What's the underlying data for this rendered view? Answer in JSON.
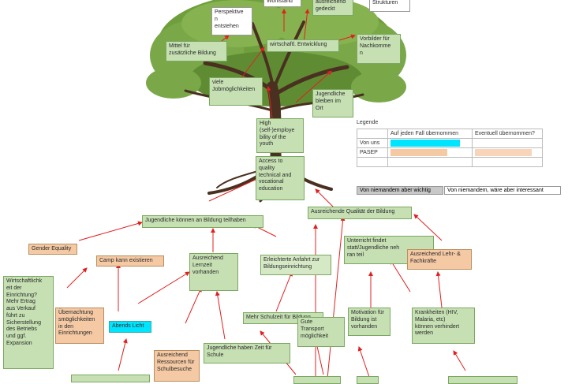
{
  "nodes": {
    "perspektiven": "Perspektive\nn\nentstehen",
    "wohlstand": "Wohlstand",
    "ausreichend_gedeckt": "ausreichend\ngedeckt",
    "strukturen": "Strukturen",
    "mittel_bildung": "Mittel für\nzusätzliche Bildung",
    "wirtschaftl_entwicklung": "wirtschaftl. Entwicklung",
    "vorbilder": "Vorbilder für\nNachkomme\nn",
    "jobmoeglichkeiten": "viele\nJobmöglichkeiten",
    "jugendliche_bleiben": "Jugendliche\nbleiben im\nOrt",
    "high_employability": "High\n(self-)employe\nbility of the\nyouth",
    "access_education": "Access to\nquality\ntechnical and\nvocational\neducation",
    "jugendliche_bildung": "Jugendliche können an Bildung teilhaben",
    "qualitaet_bildung": "Ausreichende Qualität der Bildung",
    "gender_equality": "Gender Equality",
    "camp": "Camp kann existieren",
    "lernzeit": "Ausreichend\nLernzeit\nvorhanden",
    "anfahrt": "Erleichterte Anfahrt zur\nBildungseinrichtung",
    "unterricht": "Unterricht findet\nstatt/Jugendliche neh\nran teil",
    "lehrkraefte": "Ausreichend Lehr- &\nFachkräfte",
    "wirtschaftlichkeit": "Wirtschaftlichk\neit der\nEinrichtung? \nMehr Ertrag\naus Verkauf\nführt zu\nSicherstellung\ndes Betriebs\nund ggf.\nExpansion",
    "uebernachtung": "Übernachtung\nsmöglichkeiten\nin den\nEinrichtungen",
    "abends_licht": "Abends Licht",
    "schulzeit": "Mehr Schulzeit für Bildung",
    "transport": "Gute\nTransport\nmöglichkeit",
    "motivation": "Motivation für\nBildung ist\nvorhanden",
    "krankheiten": "Krankheiten (HIV,\nMalaria, etc)\nkönnen verhindert\nwerden",
    "ressourcen": "Ausreichend\nRessourcen für\nSchulbesuche",
    "zeit_schule": "Jugendliche haben Zeit für\nSchule"
  },
  "legend": {
    "title": "Legende",
    "col_sure": "Auf jeden Fall übernommen",
    "col_maybe": "Eventuell übernommen?",
    "row_us": "Von uns",
    "row_pasep": "PASEP",
    "tag_important": "Von niemandem aber wichtig",
    "tag_interesting": "Von niemandem, wäre aber interessant"
  },
  "colors": {
    "green_box": "#c6e0b4",
    "orange_box": "#f4c9a4",
    "cyan_box": "#00e5ff",
    "arrow": "#e02020",
    "leaf": "#6a9a3a",
    "trunk": "#4a3020"
  }
}
